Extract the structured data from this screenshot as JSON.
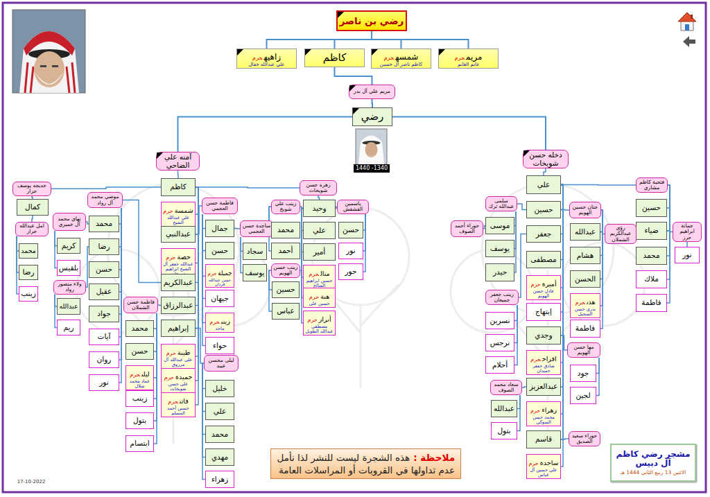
{
  "diagram": {
    "nodes": [
      {
        "text": [
          "رضي بن ناصر"
        ]
      },
      {
        "text": [
          "زاهيه",
          "حرم",
          "علي عبدالله جفال"
        ]
      },
      {
        "text": [
          "كاظم"
        ]
      },
      {
        "text": [
          "شمسه",
          "حرم",
          "كاظم ناصر آل حسين"
        ]
      },
      {
        "text": [
          "مريم",
          "حرم",
          "غانم الغانم"
        ]
      },
      {
        "text": [
          "مريم علي آل بدر"
        ]
      },
      {
        "text": [
          "رضي"
        ]
      },
      {
        "text": [
          "آمنه علي الضاحي"
        ]
      },
      {
        "text": [
          "دخله حسن شويخات"
        ]
      },
      {
        "text": [
          "كاظم"
        ]
      },
      {
        "text": [
          "خديجه يوسف جرار"
        ]
      },
      {
        "text": [
          "زهره حسن شويخات"
        ]
      },
      {
        "text": [
          "كمال"
        ]
      },
      {
        "text": [
          "امل عبدالله جرار"
        ]
      },
      {
        "text": [
          "محمد"
        ]
      },
      {
        "text": [
          "رضا"
        ]
      },
      {
        "text": [
          "زينب"
        ]
      },
      {
        "text": [
          "شمسة",
          "حرم",
          "علي عبدالله الشيخ"
        ]
      },
      {
        "text": [
          "عبدالنبي"
        ]
      },
      {
        "text": [
          "حصة",
          "حرم",
          "عبدالله جعفر آل الشيخ ابراهيم شويخات"
        ]
      },
      {
        "text": [
          "عبدالكريم"
        ]
      },
      {
        "text": [
          "عبدالرزاق"
        ]
      },
      {
        "text": [
          "إبراهيم"
        ]
      },
      {
        "text": [
          "طيبة",
          "حرم",
          "علي عبدالله آل مرزوق"
        ]
      },
      {
        "text": [
          "حميدة",
          "حرم",
          "علي حسن شويخات"
        ]
      },
      {
        "text": [
          "فاتن",
          "حرم",
          "حسين أحمد المسلم"
        ]
      },
      {
        "text": [
          "موضي محمد آل رواد"
        ]
      },
      {
        "text": [
          "محمد"
        ]
      },
      {
        "text": [
          "رضا"
        ]
      },
      {
        "text": [
          "حسن"
        ]
      },
      {
        "text": [
          "عقيل"
        ]
      },
      {
        "text": [
          "جواد"
        ]
      },
      {
        "text": [
          "آيات"
        ]
      },
      {
        "text": [
          "روان"
        ]
      },
      {
        "text": [
          "نور"
        ]
      },
      {
        "text": [
          "نهاي محمد آل خميري"
        ]
      },
      {
        "text": [
          "كريم"
        ]
      },
      {
        "text": [
          "بلقيس"
        ]
      },
      {
        "text": [
          "ولاء منصور رواد"
        ]
      },
      {
        "text": [
          "عبدالله"
        ]
      },
      {
        "text": [
          "ريم"
        ]
      },
      {
        "text": [
          "فاطمة حسن الشملان"
        ]
      },
      {
        "text": [
          "محمد"
        ]
      },
      {
        "text": [
          "حسن"
        ]
      },
      {
        "text": [
          "ليلى",
          "حرم",
          "عماد محمد شلال"
        ]
      },
      {
        "text": [
          "زينب"
        ]
      },
      {
        "text": [
          "بتول"
        ]
      },
      {
        "text": [
          "ابتسام"
        ]
      },
      {
        "text": [
          "فاطمة حسن العجمي"
        ]
      },
      {
        "text": [
          "جمال"
        ]
      },
      {
        "text": [
          "حسن"
        ]
      },
      {
        "text": [
          "جميلة",
          "حرم",
          "حسن عبدالله فردان"
        ]
      },
      {
        "text": [
          "جيهان"
        ]
      },
      {
        "text": [
          "زينب",
          "حرم",
          "ماجد"
        ]
      },
      {
        "text": [
          "حواء"
        ]
      },
      {
        "text": [
          "ساجدة حسن العجمي"
        ]
      },
      {
        "text": [
          "سجاد"
        ]
      },
      {
        "text": [
          "يوسف"
        ]
      },
      {
        "text": [
          "ليلى محسن عبيد"
        ]
      },
      {
        "text": [
          "خليل"
        ]
      },
      {
        "text": [
          "علي"
        ]
      },
      {
        "text": [
          "محمد"
        ]
      },
      {
        "text": [
          "مهدي"
        ]
      },
      {
        "text": [
          "زهراء"
        ]
      },
      {
        "text": [
          "وحيد"
        ]
      },
      {
        "text": [
          "زينب علي شويخ"
        ]
      },
      {
        "text": [
          "محمد"
        ]
      },
      {
        "text": [
          "أحمد"
        ]
      },
      {
        "text": [
          "علي"
        ]
      },
      {
        "text": [
          "أمير"
        ]
      },
      {
        "text": [
          "منال",
          "حرم",
          "حسين ابراهيم الصالح"
        ]
      },
      {
        "text": [
          "هبة",
          "حرم",
          "حسين علي"
        ]
      },
      {
        "text": [
          "أبرار",
          "حرم",
          "مصطفى عبدالله الطويل"
        ]
      },
      {
        "text": [
          "زينب حسن الهويم"
        ]
      },
      {
        "text": [
          "حسين"
        ]
      },
      {
        "text": [
          "عباس"
        ]
      },
      {
        "text": [
          "ياسمين القشقش"
        ]
      },
      {
        "text": [
          "حسن"
        ]
      },
      {
        "text": [
          "نور"
        ]
      },
      {
        "text": [
          "حور"
        ]
      },
      {
        "text": [
          "علي"
        ]
      },
      {
        "text": [
          "فتحية كاظم مشاري"
        ]
      },
      {
        "text": [
          "حسين"
        ]
      },
      {
        "text": [
          "ضياء"
        ]
      },
      {
        "text": [
          "محمد"
        ]
      },
      {
        "text": [
          "ملاك"
        ]
      },
      {
        "text": [
          "فاطمة"
        ]
      },
      {
        "text": [
          "جمانة ابراهيم حرز"
        ]
      },
      {
        "text": [
          "نور"
        ]
      },
      {
        "text": [
          "حسين"
        ]
      },
      {
        "text": [
          "جعفر"
        ]
      },
      {
        "text": [
          "مصطفى"
        ]
      },
      {
        "text": [
          "أميرة",
          "حرم",
          "عادل حسن الهويم"
        ]
      },
      {
        "text": [
          "إبتهاج"
        ]
      },
      {
        "text": [
          "وجدي"
        ]
      },
      {
        "text": [
          "افراح",
          "حرم",
          "صادق جعفر حميدان"
        ]
      },
      {
        "text": [
          "عبدالعزيز"
        ]
      },
      {
        "text": [
          "زهراء",
          "حرم",
          "محمد حسن السوكي"
        ]
      },
      {
        "text": [
          "قاسم"
        ]
      },
      {
        "text": [
          "ساجدة",
          "حرم",
          "علي حسين آل عباس"
        ]
      },
      {
        "text": [
          "سلمى عبدالله ترك"
        ]
      },
      {
        "text": [
          "موسى"
        ]
      },
      {
        "text": [
          "يوسف"
        ]
      },
      {
        "text": [
          "حيدر"
        ]
      },
      {
        "text": [
          "حوراء أحمد الصوف"
        ]
      },
      {
        "text": [
          "زينب جعفر جميعان"
        ]
      },
      {
        "text": [
          "نسرين"
        ]
      },
      {
        "text": [
          "نرجس"
        ]
      },
      {
        "text": [
          "أحلام"
        ]
      },
      {
        "text": [
          "سعاد محمد الصوف"
        ]
      },
      {
        "text": [
          "عبدالله"
        ]
      },
      {
        "text": [
          "بتول"
        ]
      },
      {
        "text": [
          "جنان حسين الهويم"
        ]
      },
      {
        "text": [
          "عبدالله"
        ]
      },
      {
        "text": [
          "هشام"
        ]
      },
      {
        "text": [
          "الحسن"
        ]
      },
      {
        "text": [
          "هدى",
          "حرم",
          "بدري حسن السحيل"
        ]
      },
      {
        "text": [
          "فاطمة"
        ]
      },
      {
        "text": [
          "رؤى عبدالكريم الشملان"
        ]
      },
      {
        "text": [
          "مها حسن الهويم"
        ]
      },
      {
        "text": [
          "جود"
        ]
      },
      {
        "text": [
          "لجين"
        ]
      },
      {
        "text": [
          "حوراء سعيد الصديق"
        ]
      },
      {
        "text": [
          "ملاحظة :",
          "هذه الشجرة ليست للنشر لذا نأمل عدم تداولها في القروبات أو المراسلات العامة"
        ]
      },
      {
        "text": [
          "مشجر رضي كاظم آل دبيس",
          "الاثنين 13 ربيع الثاني 1444 هـ"
        ]
      }
    ],
    "edges": [
      {
        "from": 0,
        "to": 1,
        "arrow": "none"
      },
      {
        "from": 0,
        "to": 2,
        "arrow": "none"
      },
      {
        "from": 0,
        "to": 3,
        "arrow": "none"
      },
      {
        "from": 0,
        "to": 4,
        "arrow": "none"
      },
      {
        "from": 2,
        "to": 5,
        "arrow": "none"
      },
      {
        "from": 5,
        "to": 6,
        "arrow": "none"
      },
      {
        "from": 6,
        "to": 7,
        "arrow": "none"
      },
      {
        "from": 6,
        "to": 8,
        "arrow": "none"
      },
      {
        "from": 7,
        "to": 9,
        "arrow": "none"
      },
      {
        "from": 9,
        "to": 10,
        "arrow": "none"
      },
      {
        "from": 9,
        "to": 11,
        "arrow": "none"
      },
      {
        "from": 10,
        "to": 12,
        "arrow": "none"
      },
      {
        "from": 11,
        "to": 64,
        "arrow": "none"
      },
      {
        "from": 9,
        "to": 17,
        "arrow": "none"
      },
      {
        "from": 9,
        "to": 18,
        "arrow": "none"
      },
      {
        "from": 9,
        "to": 19,
        "arrow": "none"
      },
      {
        "from": 9,
        "to": 20,
        "arrow": "none"
      },
      {
        "from": 9,
        "to": 21,
        "arrow": "none"
      },
      {
        "from": 9,
        "to": 22,
        "arrow": "none"
      },
      {
        "from": 9,
        "to": 23,
        "arrow": "none"
      },
      {
        "from": 9,
        "to": 24,
        "arrow": "none"
      },
      {
        "from": 9,
        "to": 25,
        "arrow": "none"
      },
      {
        "from": 12,
        "to": 13,
        "arrow": "none"
      },
      {
        "from": 13,
        "to": 14,
        "arrow": "none"
      },
      {
        "from": 13,
        "to": 15,
        "arrow": "none"
      },
      {
        "from": 13,
        "to": 16,
        "arrow": "none"
      },
      {
        "from": 18,
        "to": 48,
        "arrow": "none"
      },
      {
        "from": 20,
        "to": 26,
        "arrow": "none"
      },
      {
        "from": 26,
        "to": 27,
        "arrow": "none"
      },
      {
        "from": 26,
        "to": 28,
        "arrow": "none"
      },
      {
        "from": 26,
        "to": 29,
        "arrow": "none"
      },
      {
        "from": 26,
        "to": 30,
        "arrow": "none"
      },
      {
        "from": 26,
        "to": 31,
        "arrow": "none"
      },
      {
        "from": 26,
        "to": 32,
        "arrow": "none"
      },
      {
        "from": 26,
        "to": 33,
        "arrow": "none"
      },
      {
        "from": 26,
        "to": 34,
        "arrow": "none"
      },
      {
        "from": 27,
        "to": 35,
        "arrow": "none"
      },
      {
        "from": 35,
        "to": 36,
        "arrow": "none"
      },
      {
        "from": 35,
        "to": 37,
        "arrow": "none"
      },
      {
        "from": 28,
        "to": 38,
        "arrow": "none"
      },
      {
        "from": 38,
        "to": 39,
        "arrow": "none"
      },
      {
        "from": 38,
        "to": 40,
        "arrow": "none"
      },
      {
        "from": 21,
        "to": 41,
        "arrow": "none"
      },
      {
        "from": 41,
        "to": 42,
        "arrow": "none"
      },
      {
        "from": 41,
        "to": 43,
        "arrow": "none"
      },
      {
        "from": 41,
        "to": 44,
        "arrow": "none"
      },
      {
        "from": 41,
        "to": 45,
        "arrow": "none"
      },
      {
        "from": 41,
        "to": 46,
        "arrow": "none"
      },
      {
        "from": 41,
        "to": 47,
        "arrow": "none"
      },
      {
        "from": 48,
        "to": 49,
        "arrow": "none"
      },
      {
        "from": 48,
        "to": 50,
        "arrow": "none"
      },
      {
        "from": 48,
        "to": 51,
        "arrow": "none"
      },
      {
        "from": 48,
        "to": 52,
        "arrow": "none"
      },
      {
        "from": 48,
        "to": 53,
        "arrow": "none"
      },
      {
        "from": 48,
        "to": 54,
        "arrow": "none"
      },
      {
        "from": 49,
        "to": 55,
        "arrow": "none"
      },
      {
        "from": 55,
        "to": 56,
        "arrow": "none"
      },
      {
        "from": 55,
        "to": 57,
        "arrow": "none"
      },
      {
        "from": 22,
        "to": 58,
        "arrow": "none"
      },
      {
        "from": 58,
        "to": 59,
        "arrow": "none"
      },
      {
        "from": 58,
        "to": 60,
        "arrow": "none"
      },
      {
        "from": 58,
        "to": 61,
        "arrow": "none"
      },
      {
        "from": 58,
        "to": 62,
        "arrow": "none"
      },
      {
        "from": 58,
        "to": 63,
        "arrow": "none"
      },
      {
        "from": 64,
        "to": 65,
        "arrow": "none"
      },
      {
        "from": 65,
        "to": 66,
        "arrow": "none"
      },
      {
        "from": 65,
        "to": 67,
        "arrow": "none"
      },
      {
        "from": 64,
        "to": 68,
        "arrow": "none"
      },
      {
        "from": 64,
        "to": 69,
        "arrow": "none"
      },
      {
        "from": 64,
        "to": 70,
        "arrow": "none"
      },
      {
        "from": 64,
        "to": 71,
        "arrow": "none"
      },
      {
        "from": 64,
        "to": 72,
        "arrow": "none"
      },
      {
        "from": 68,
        "to": 73,
        "arrow": "none"
      },
      {
        "from": 73,
        "to": 74,
        "arrow": "none"
      },
      {
        "from": 73,
        "to": 75,
        "arrow": "none"
      },
      {
        "from": 64,
        "to": 76,
        "arrow": "none"
      },
      {
        "from": 76,
        "to": 77,
        "arrow": "none"
      },
      {
        "from": 76,
        "to": 78,
        "arrow": "none"
      },
      {
        "from": 76,
        "to": 79,
        "arrow": "none"
      },
      {
        "from": 8,
        "to": 80,
        "arrow": "none"
      },
      {
        "from": 80,
        "to": 81,
        "arrow": "none"
      },
      {
        "from": 81,
        "to": 82,
        "arrow": "none"
      },
      {
        "from": 81,
        "to": 83,
        "arrow": "none"
      },
      {
        "from": 81,
        "to": 84,
        "arrow": "none"
      },
      {
        "from": 81,
        "to": 85,
        "arrow": "none"
      },
      {
        "from": 81,
        "to": 86,
        "arrow": "none"
      },
      {
        "from": 83,
        "to": 87,
        "arrow": "none"
      },
      {
        "from": 87,
        "to": 88,
        "arrow": "none"
      },
      {
        "from": 80,
        "to": 89,
        "arrow": "none"
      },
      {
        "from": 80,
        "to": 90,
        "arrow": "none"
      },
      {
        "from": 80,
        "to": 91,
        "arrow": "none"
      },
      {
        "from": 80,
        "to": 92,
        "arrow": "none"
      },
      {
        "from": 80,
        "to": 93,
        "arrow": "none"
      },
      {
        "from": 80,
        "to": 94,
        "arrow": "none"
      },
      {
        "from": 80,
        "to": 95,
        "arrow": "none"
      },
      {
        "from": 80,
        "to": 96,
        "arrow": "none"
      },
      {
        "from": 80,
        "to": 97,
        "arrow": "none"
      },
      {
        "from": 80,
        "to": 98,
        "arrow": "none"
      },
      {
        "from": 80,
        "to": 99,
        "arrow": "none"
      },
      {
        "from": 89,
        "to": 100,
        "arrow": "none"
      },
      {
        "from": 100,
        "to": 101,
        "arrow": "none"
      },
      {
        "from": 100,
        "to": 102,
        "arrow": "none"
      },
      {
        "from": 100,
        "to": 103,
        "arrow": "none"
      },
      {
        "from": 101,
        "to": 104,
        "arrow": "none"
      },
      {
        "from": 90,
        "to": 105,
        "arrow": "none"
      },
      {
        "from": 105,
        "to": 106,
        "arrow": "none"
      },
      {
        "from": 105,
        "to": 107,
        "arrow": "none"
      },
      {
        "from": 105,
        "to": 108,
        "arrow": "none"
      },
      {
        "from": 96,
        "to": 109,
        "arrow": "none"
      },
      {
        "from": 109,
        "to": 110,
        "arrow": "none"
      },
      {
        "from": 109,
        "to": 111,
        "arrow": "none"
      },
      {
        "from": 89,
        "to": 112,
        "arrow": "none"
      },
      {
        "from": 112,
        "to": 113,
        "arrow": "none"
      },
      {
        "from": 112,
        "to": 114,
        "arrow": "none"
      },
      {
        "from": 112,
        "to": 115,
        "arrow": "none"
      },
      {
        "from": 112,
        "to": 116,
        "arrow": "none"
      },
      {
        "from": 112,
        "to": 117,
        "arrow": "none"
      },
      {
        "from": 113,
        "to": 118,
        "arrow": "none"
      },
      {
        "from": 94,
        "to": 119,
        "arrow": "none"
      },
      {
        "from": 119,
        "to": 120,
        "arrow": "none"
      },
      {
        "from": 119,
        "to": 121,
        "arrow": "none"
      },
      {
        "from": 98,
        "to": 122,
        "arrow": "none"
      }
    ],
    "labels": [
      "1340- 1440",
      "17-10-2022"
    ]
  }
}
